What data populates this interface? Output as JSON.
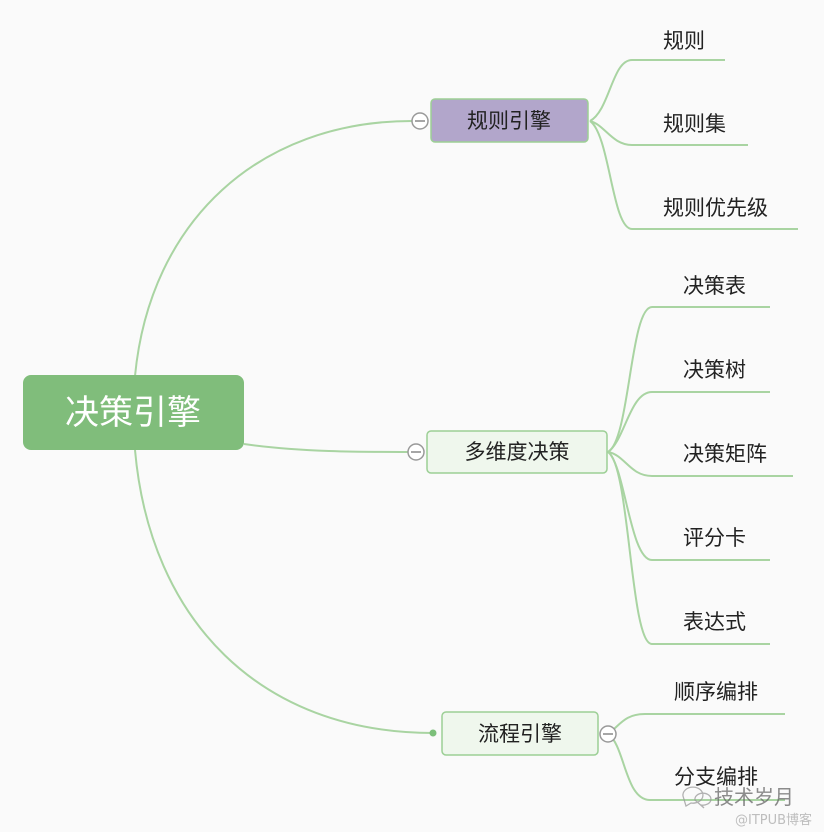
{
  "root": {
    "label": "决策引擎"
  },
  "branches": [
    {
      "label": "规则引擎",
      "children": [
        "规则",
        "规则集",
        "规则优先级"
      ]
    },
    {
      "label": "多维度决策",
      "children": [
        "决策表",
        "决策树",
        "决策矩阵",
        "评分卡",
        "表达式"
      ]
    },
    {
      "label": "流程引擎",
      "children": [
        "顺序编排",
        "分支编排"
      ]
    }
  ],
  "watermark": {
    "line1": "技术岁月",
    "line2": "@ITPUB博客"
  },
  "colors": {
    "root": "#80bd7b",
    "branch1": "#b2a6cb",
    "branch_light": "#eff7ed",
    "line": "#a9d4a2"
  }
}
